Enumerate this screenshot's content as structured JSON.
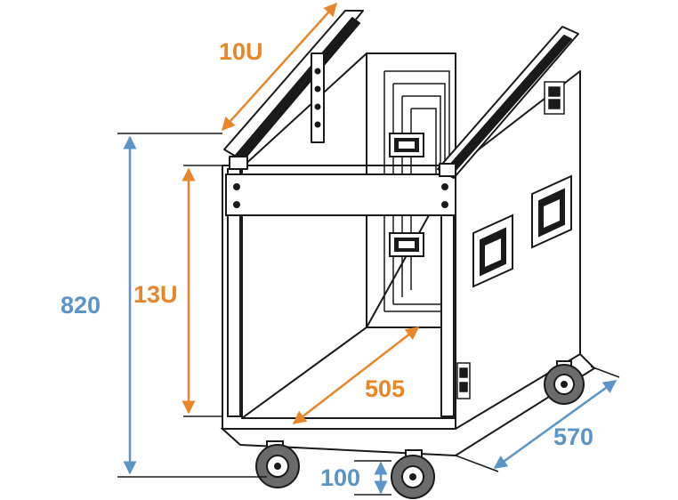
{
  "colors": {
    "orange": "#E8862A",
    "blue": "#5B95C8",
    "line": "#1a1a1a",
    "panel": "#ffffff",
    "wheel": "#6b6b6b"
  },
  "labels": {
    "top_rack": "10U",
    "front_rack": "13U",
    "height": "820",
    "depth_inner": "505",
    "depth_outer": "570",
    "wheel_height": "100"
  }
}
